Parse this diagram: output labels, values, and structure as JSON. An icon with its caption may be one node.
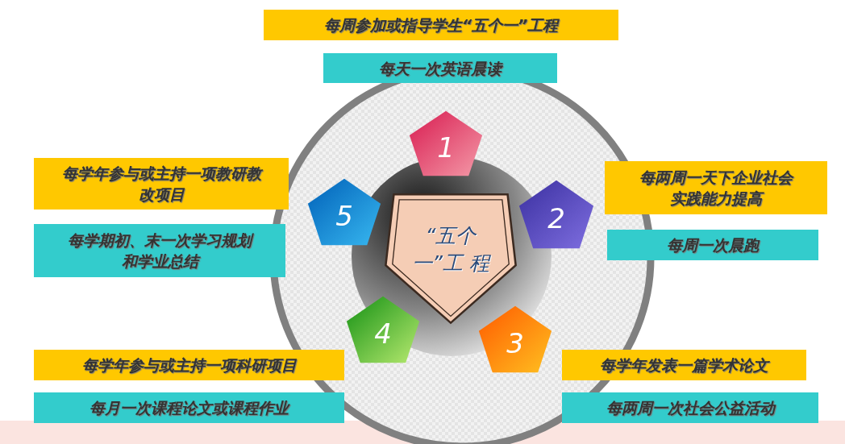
{
  "diagram": {
    "nodes": [
      {
        "text": [
          "“五个一”工 程"
        ]
      },
      {
        "text": [
          "1"
        ]
      },
      {
        "text": [
          "2"
        ]
      },
      {
        "text": [
          "3"
        ]
      },
      {
        "text": [
          "4"
        ]
      },
      {
        "text": [
          "5"
        ]
      },
      {
        "text": [
          "每周参加或指导学生“五个一”工程"
        ]
      },
      {
        "text": [
          "每天一次英语晨读"
        ]
      },
      {
        "text": [
          "每学年参与或主持一项教研教改项目"
        ]
      },
      {
        "text": [
          "每两周一天下企业社会实践能力提高"
        ]
      },
      {
        "text": [
          "每学期初、末一次学习规划和学业总结"
        ]
      },
      {
        "text": [
          "每周一次晨跑"
        ]
      },
      {
        "text": [
          "每学年参与或主持一项科研项目"
        ]
      },
      {
        "text": [
          "每学年发表一篇学术论文"
        ]
      },
      {
        "text": [
          "每月一次课程论文或课程作业"
        ]
      },
      {
        "text": [
          "每两周一次社会公益活动"
        ]
      }
    ]
  }
}
